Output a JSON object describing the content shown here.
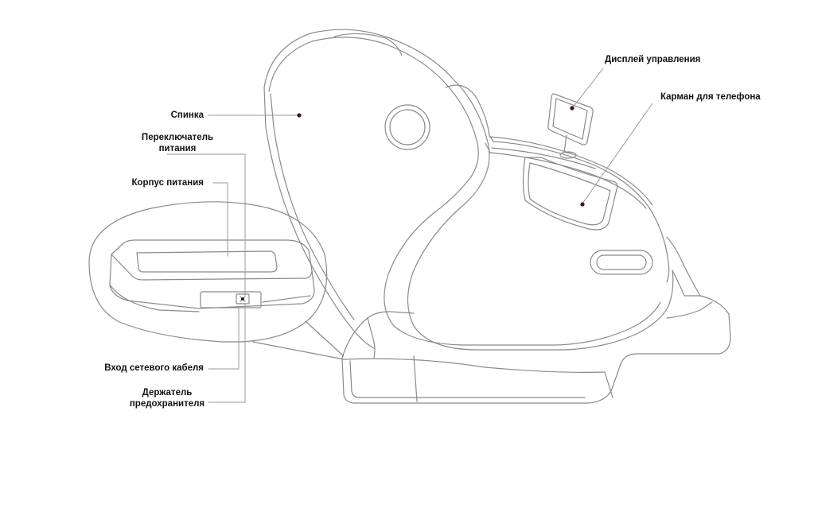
{
  "labels": {
    "backrest": "Спинка",
    "power_switch_line1": "Переключатель",
    "power_switch_line2": "питания",
    "power_housing": "Корпус питания",
    "power_cable_input": "Вход сетевого кабеля",
    "fuse_holder_line1": "Держатель",
    "fuse_holder_line2": "предохранителя",
    "control_display": "Дисплей управления",
    "phone_pocket": "Карман для телефона"
  },
  "colors": {
    "outline": "#8a8a8a",
    "leader": "#9a9a9a",
    "dot": "#2b1a1a",
    "text": "#111111"
  }
}
